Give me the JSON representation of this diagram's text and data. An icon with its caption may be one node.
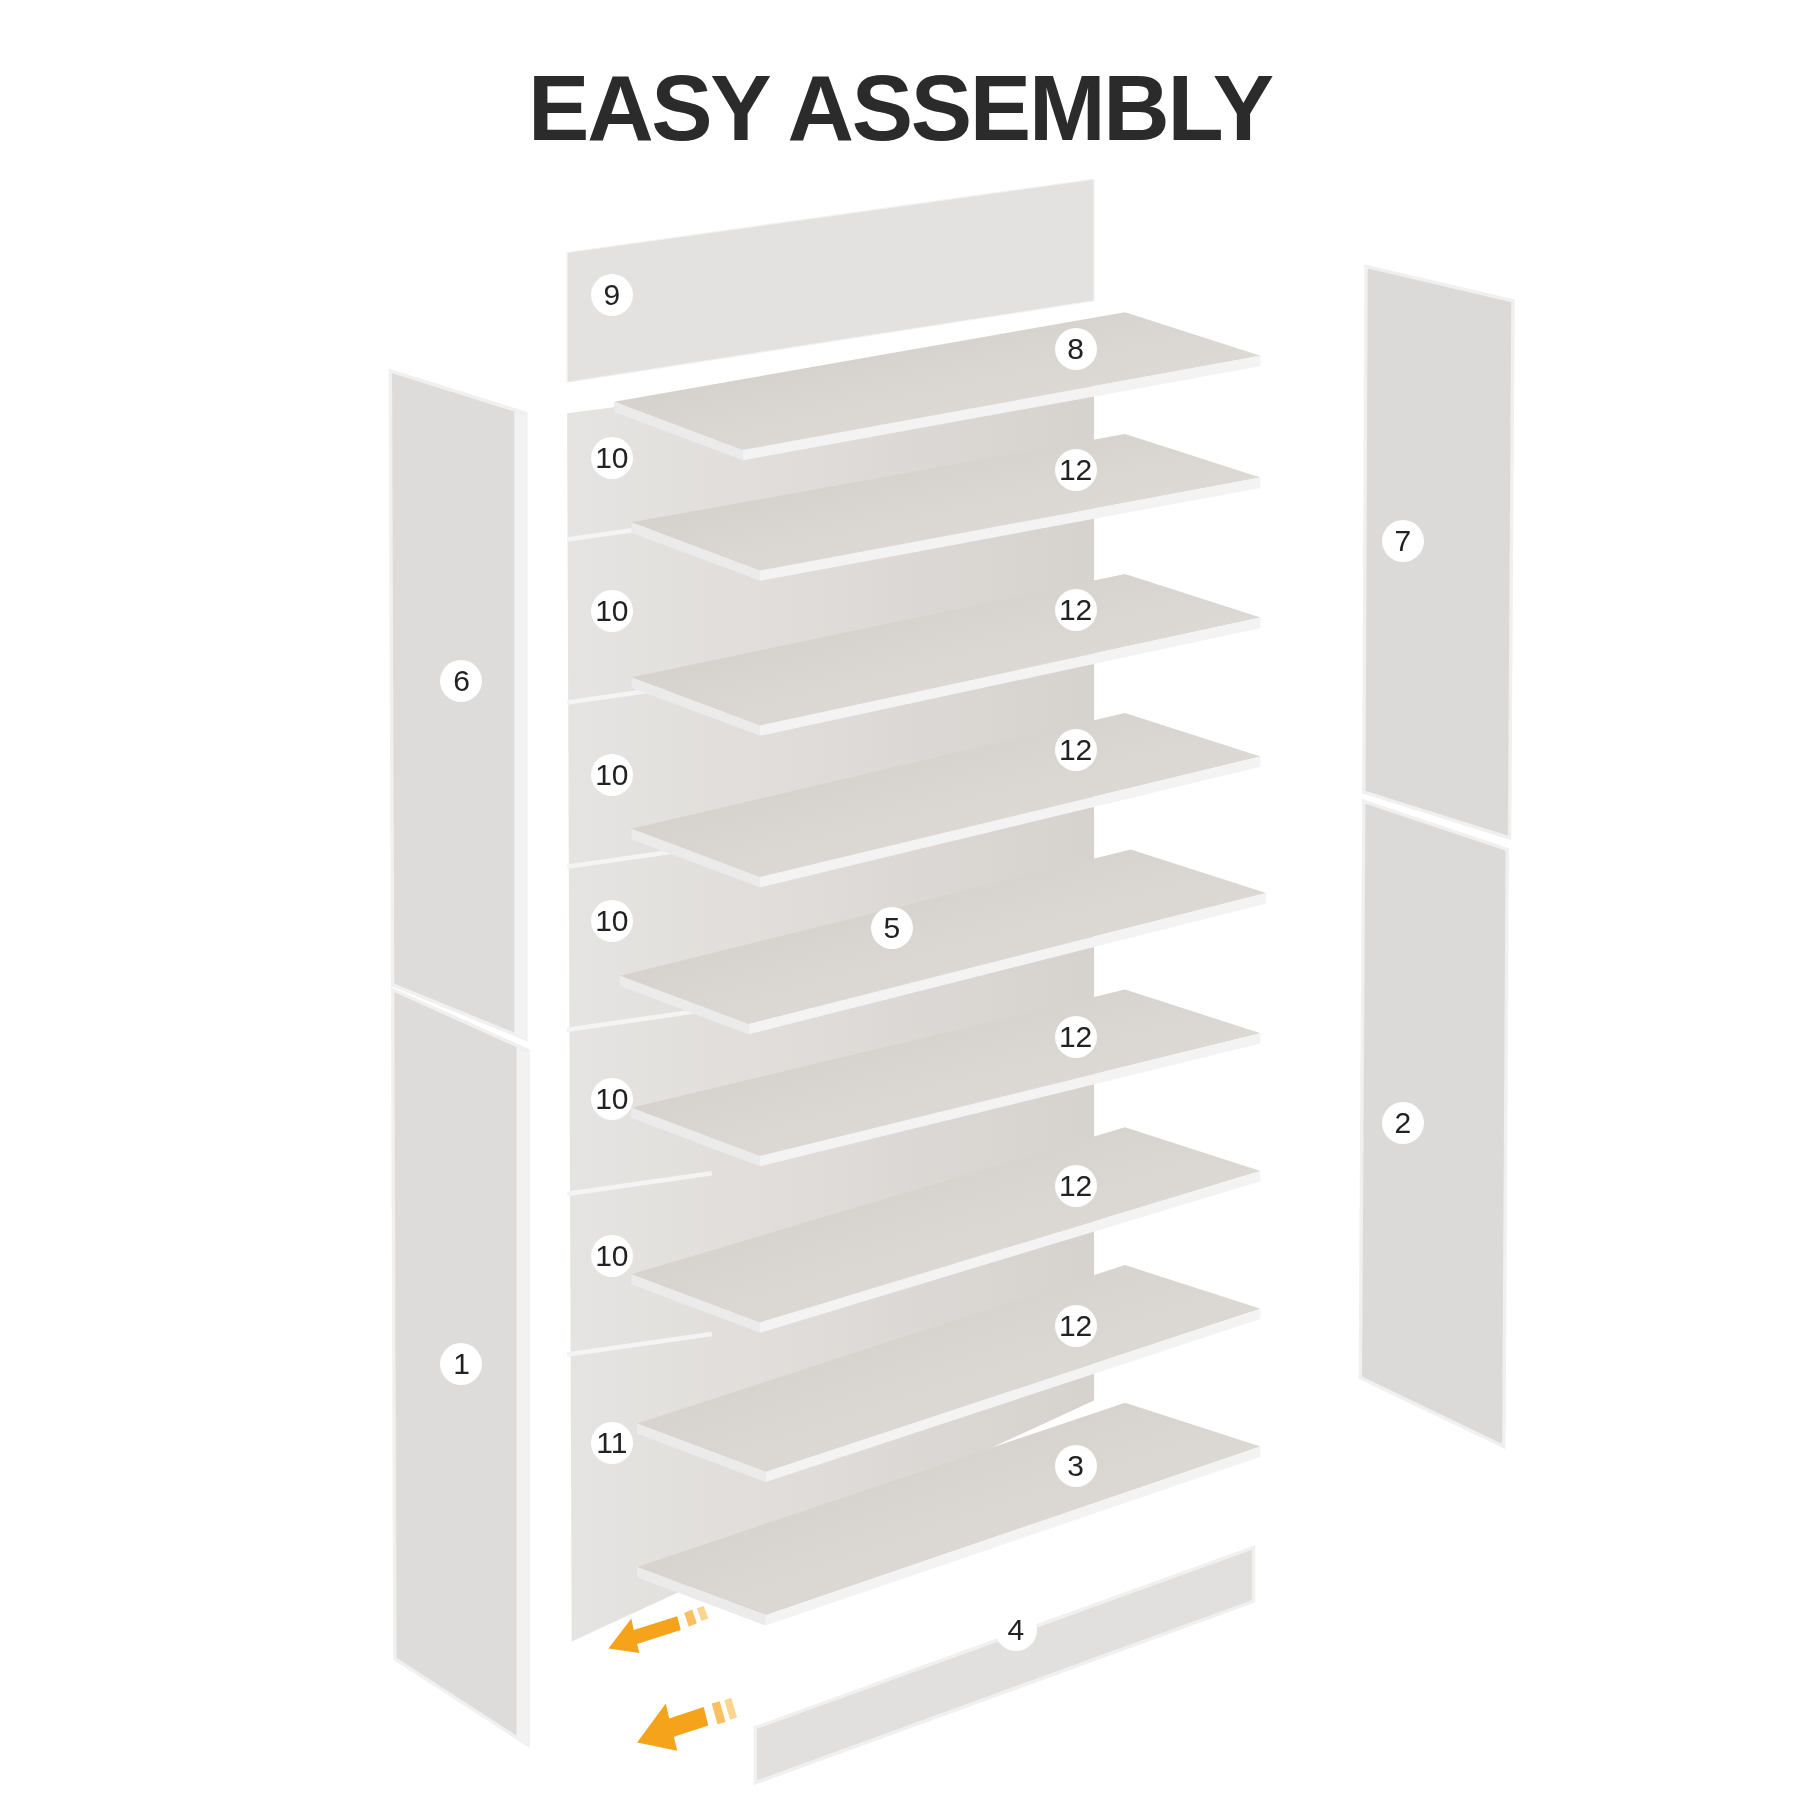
{
  "diagram": {
    "title": "EASY ASSEMBLY",
    "labels": [
      "9",
      "8",
      "10",
      "12",
      "7",
      "12",
      "10",
      "6",
      "12",
      "10",
      "10",
      "5",
      "12",
      "10",
      "2",
      "12",
      "10",
      "12",
      "1",
      "11",
      "3",
      "4"
    ]
  }
}
